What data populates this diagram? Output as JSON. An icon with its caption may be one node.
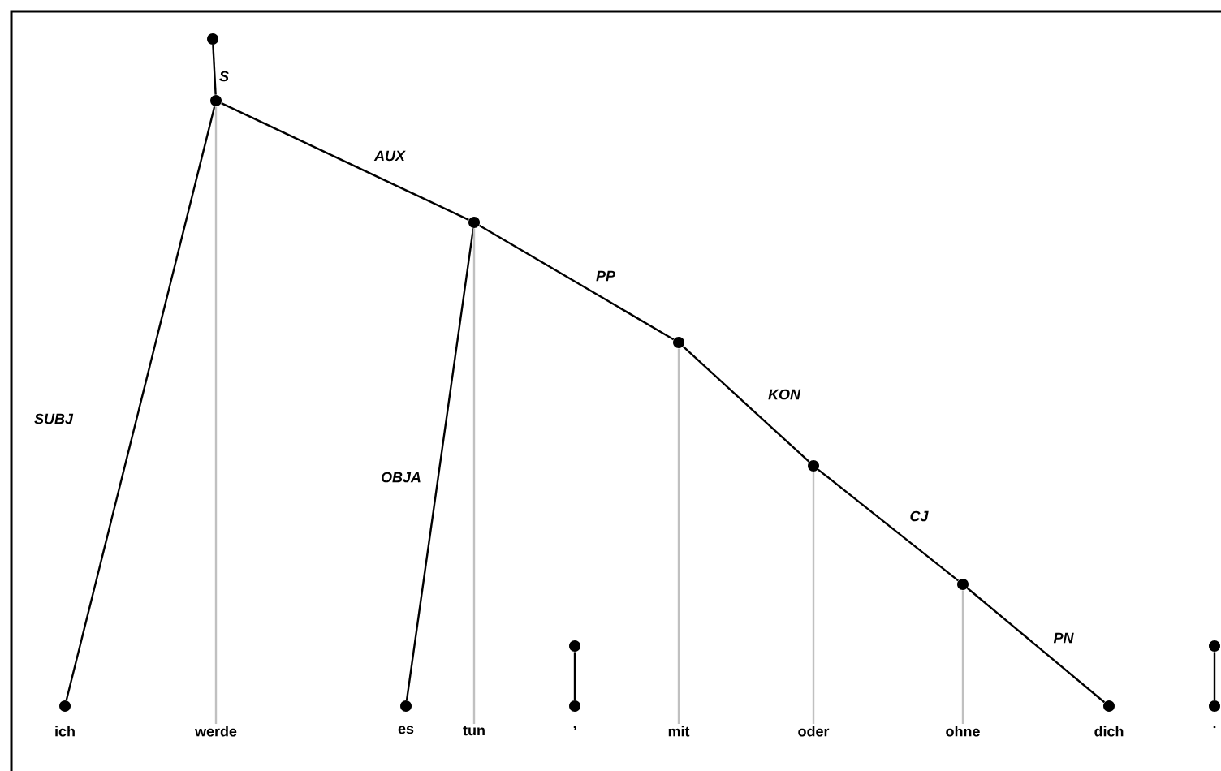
{
  "diagram": {
    "nodes": [
      {
        "text": [],
        "shape": "circle"
      },
      {
        "text": [],
        "shape": "circle"
      },
      {
        "text": [],
        "shape": "circle"
      },
      {
        "text": [],
        "shape": "circle"
      },
      {
        "text": [],
        "shape": "circle"
      },
      {
        "text": [],
        "shape": "circle"
      },
      {
        "text": [],
        "shape": "circle"
      },
      {
        "text": [],
        "shape": "circle"
      },
      {
        "text": [],
        "shape": "circle"
      },
      {
        "text": [],
        "shape": "circle"
      },
      {
        "text": [],
        "shape": "circle"
      },
      {
        "text": [],
        "shape": "circle"
      },
      {
        "text": [],
        "shape": "circle"
      },
      {
        "text": [
          "ich"
        ]
      },
      {
        "text": [
          "werde"
        ]
      },
      {
        "text": [
          "es"
        ]
      },
      {
        "text": [
          "tun"
        ]
      },
      {
        "text": [
          ","
        ]
      },
      {
        "text": [
          "mit"
        ]
      },
      {
        "text": [
          "oder"
        ]
      },
      {
        "text": [
          "ohne"
        ]
      },
      {
        "text": [
          "dich"
        ]
      },
      {
        "text": [
          "."
        ]
      }
    ],
    "edges": [
      {
        "from": 1,
        "to": 2,
        "arrow": "none",
        "label": "S"
      },
      {
        "from": 2,
        "to": 0,
        "arrow": "none",
        "label": "SUBJ"
      },
      {
        "from": 2,
        "to": 4,
        "arrow": "none",
        "label": "AUX"
      },
      {
        "from": 4,
        "to": 3,
        "arrow": "none",
        "label": "OBJA"
      },
      {
        "from": 4,
        "to": 7,
        "arrow": "none",
        "label": "PP"
      },
      {
        "from": 7,
        "to": 8,
        "arrow": "none",
        "label": "KON"
      },
      {
        "from": 8,
        "to": 9,
        "arrow": "none",
        "label": "CJ"
      },
      {
        "from": 9,
        "to": 10,
        "arrow": "none",
        "label": "PN"
      },
      {
        "from": 5,
        "to": 6,
        "arrow": "none"
      },
      {
        "from": 11,
        "to": 12,
        "arrow": "none"
      },
      {
        "from": 2,
        "to": 14,
        "arrow": "none",
        "color": "#c0c0c0"
      },
      {
        "from": 4,
        "to": 16,
        "arrow": "none",
        "color": "#c0c0c0"
      },
      {
        "from": 7,
        "to": 18,
        "arrow": "none",
        "color": "#c0c0c0"
      },
      {
        "from": 8,
        "to": 19,
        "arrow": "none",
        "color": "#c0c0c0"
      },
      {
        "from": 9,
        "to": 20,
        "arrow": "none",
        "color": "#c0c0c0"
      }
    ]
  }
}
